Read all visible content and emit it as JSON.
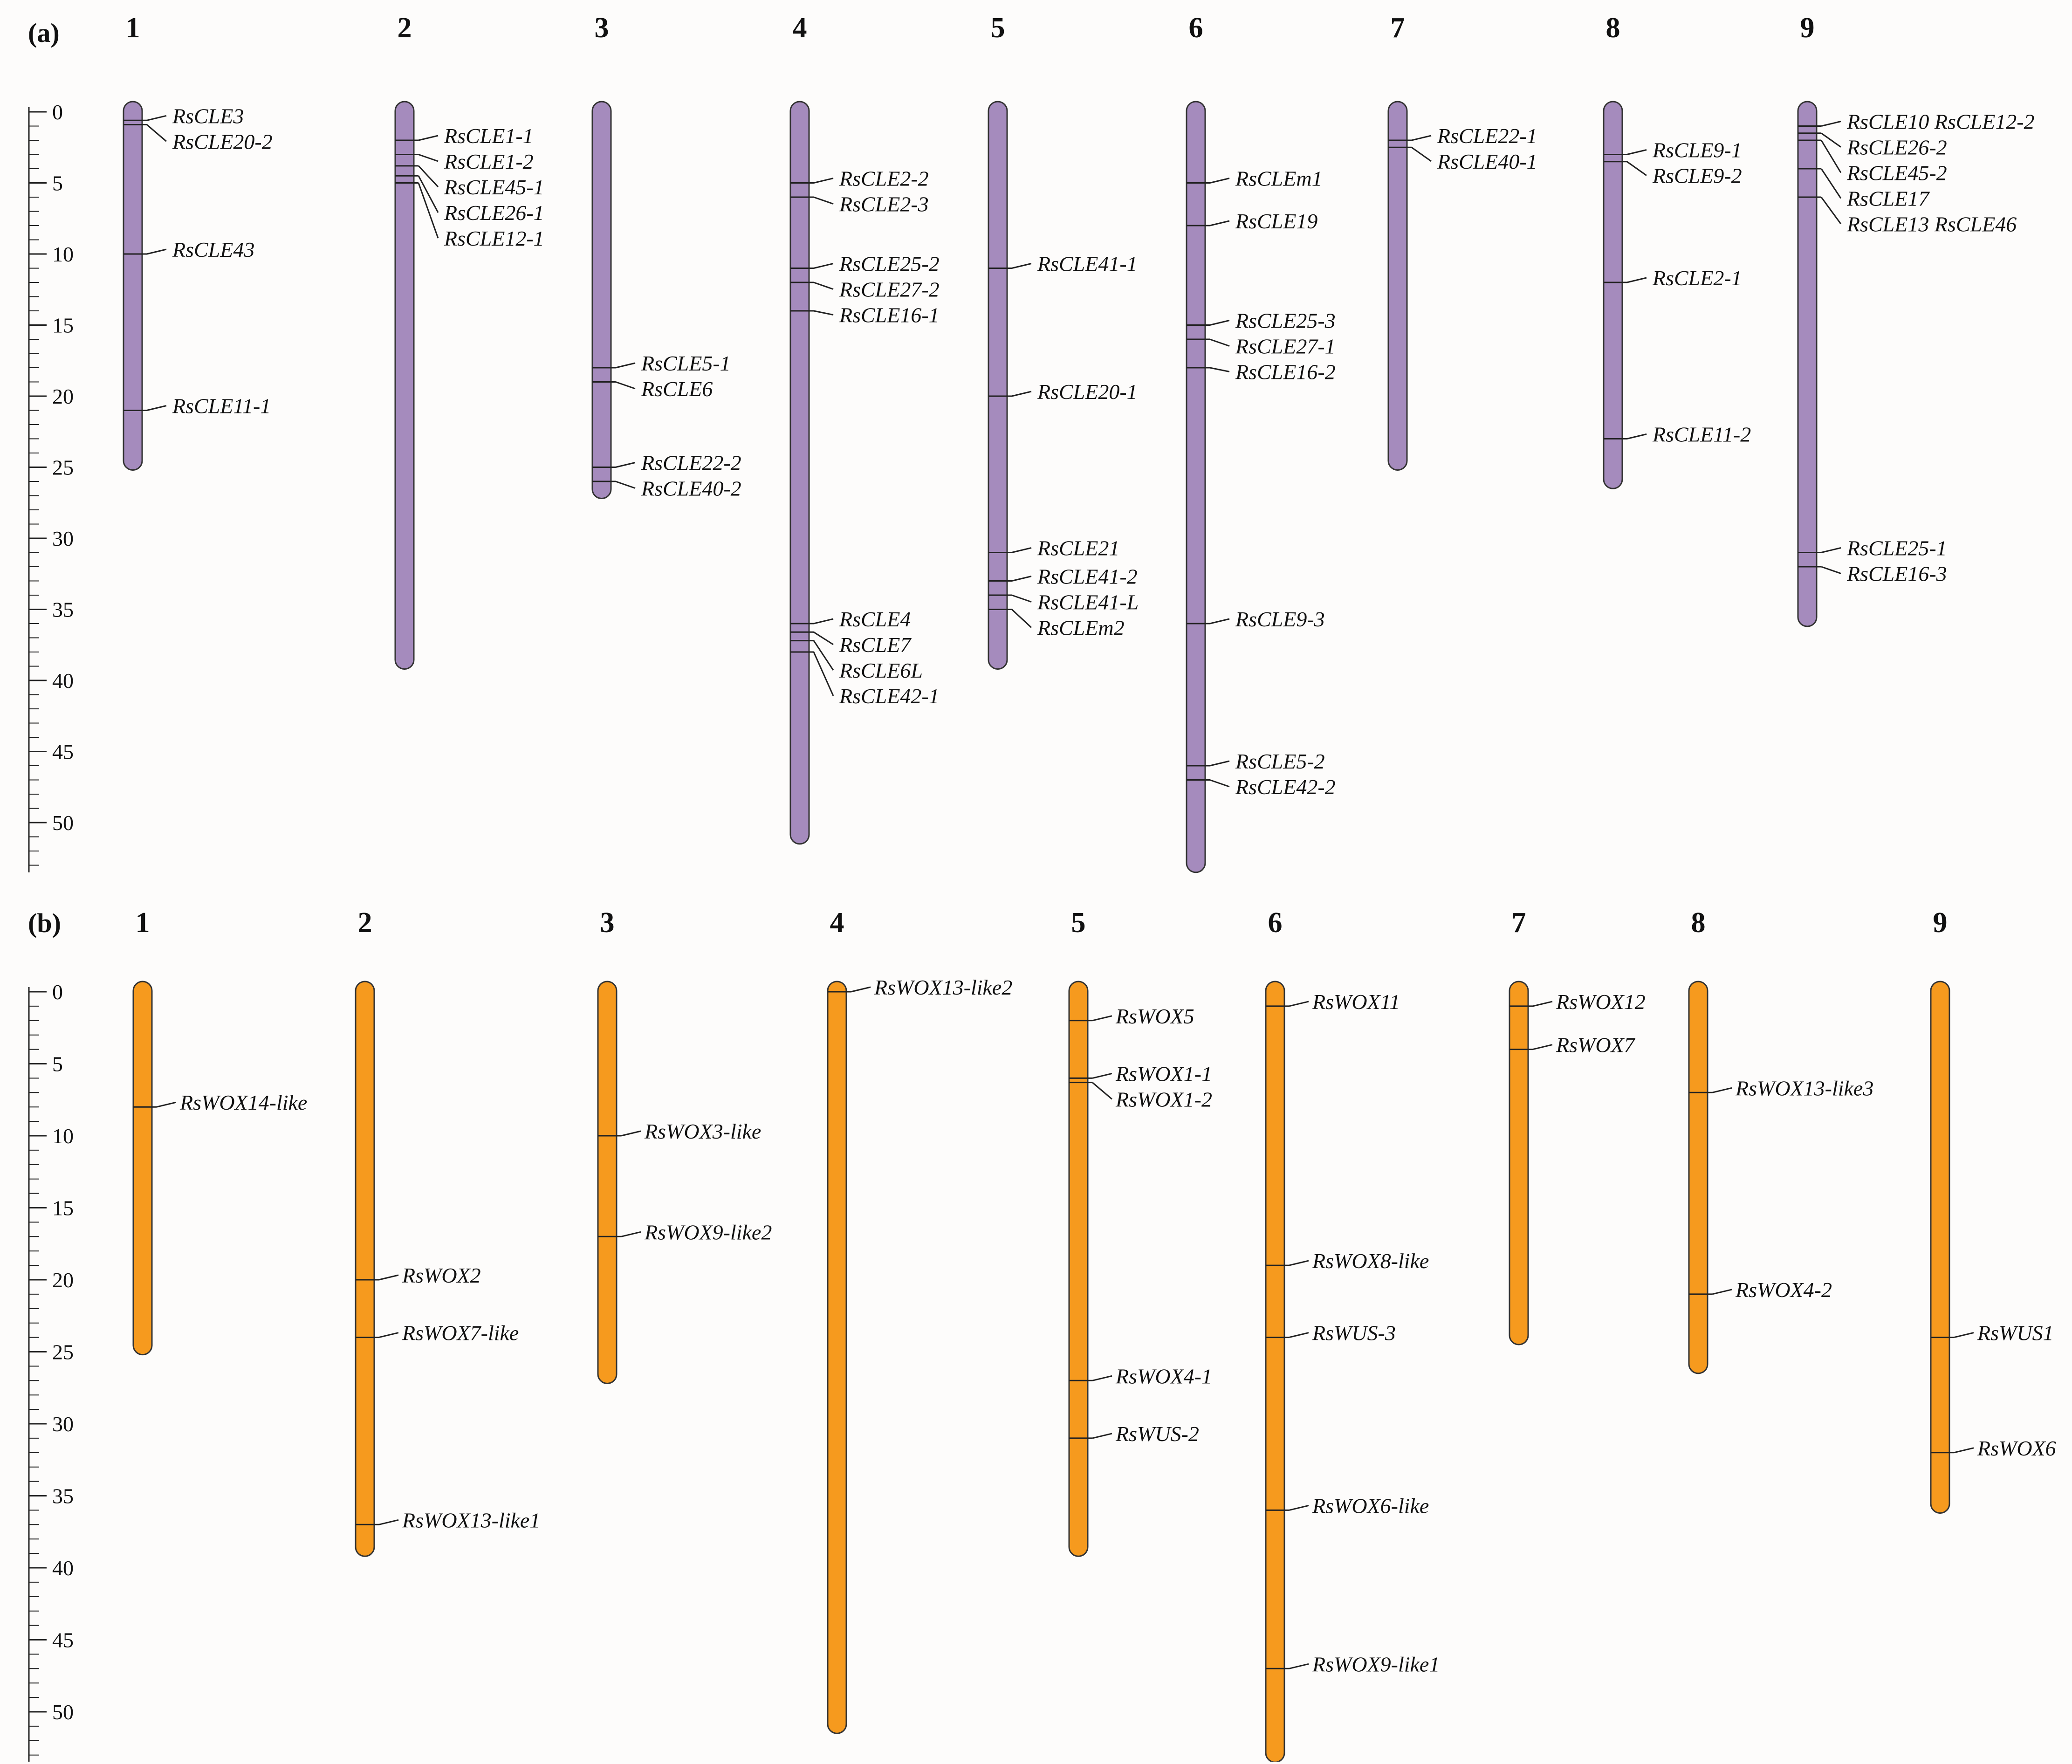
{
  "colors": {
    "panel_a_bar": "#a58bbd",
    "panel_b_bar": "#f69a1e",
    "line": "#222222"
  },
  "ruler_ticks": [
    "0",
    "5",
    "10",
    "15",
    "20",
    "25",
    "30",
    "35",
    "40",
    "45",
    "50"
  ],
  "panels": [
    {
      "label": "(a)",
      "color": "#a58bbd",
      "chromosomes": [
        {
          "number": "1",
          "length": 25.2,
          "genes": [
            {
              "name": "RsCLE3",
              "pos": 0.6
            },
            {
              "name": "RsCLE20-2",
              "pos": 0.9
            },
            {
              "name": "RsCLE43",
              "pos": 10
            },
            {
              "name": "RsCLE11-1",
              "pos": 21
            }
          ]
        },
        {
          "number": "2",
          "length": 39.2,
          "genes": [
            {
              "name": "RsCLE1-1",
              "pos": 2
            },
            {
              "name": "RsCLE1-2",
              "pos": 3
            },
            {
              "name": "RsCLE45-1",
              "pos": 3.8
            },
            {
              "name": "RsCLE26-1",
              "pos": 4.5
            },
            {
              "name": "RsCLE12-1",
              "pos": 5
            }
          ]
        },
        {
          "number": "3",
          "length": 27.2,
          "genes": [
            {
              "name": "RsCLE5-1",
              "pos": 18
            },
            {
              "name": "RsCLE6",
              "pos": 19
            },
            {
              "name": "RsCLE22-2",
              "pos": 25
            },
            {
              "name": "RsCLE40-2",
              "pos": 26
            }
          ]
        },
        {
          "number": "4",
          "length": 51.5,
          "genes": [
            {
              "name": "RsCLE2-2",
              "pos": 5
            },
            {
              "name": "RsCLE2-3",
              "pos": 6
            },
            {
              "name": "RsCLE25-2",
              "pos": 11
            },
            {
              "name": "RsCLE27-2",
              "pos": 12
            },
            {
              "name": "RsCLE16-1",
              "pos": 14
            },
            {
              "name": "RsCLE4",
              "pos": 36
            },
            {
              "name": "RsCLE7",
              "pos": 36.6
            },
            {
              "name": "RsCLE6L",
              "pos": 37.2
            },
            {
              "name": "RsCLE42-1",
              "pos": 38
            }
          ]
        },
        {
          "number": "5",
          "length": 39.2,
          "genes": [
            {
              "name": "RsCLE41-1",
              "pos": 11
            },
            {
              "name": "RsCLE20-1",
              "pos": 20
            },
            {
              "name": "RsCLE21",
              "pos": 31
            },
            {
              "name": "RsCLE41-2",
              "pos": 33
            },
            {
              "name": "RsCLE41-L",
              "pos": 34
            },
            {
              "name": "RsCLEm2",
              "pos": 35
            }
          ]
        },
        {
          "number": "6",
          "length": 53.5,
          "genes": [
            {
              "name": "RsCLEm1",
              "pos": 5
            },
            {
              "name": "RsCLE19",
              "pos": 8
            },
            {
              "name": "RsCLE25-3",
              "pos": 15
            },
            {
              "name": "RsCLE27-1",
              "pos": 16
            },
            {
              "name": "RsCLE16-2",
              "pos": 18
            },
            {
              "name": "RsCLE9-3",
              "pos": 36
            },
            {
              "name": "RsCLE5-2",
              "pos": 46
            },
            {
              "name": "RsCLE42-2",
              "pos": 47
            }
          ]
        },
        {
          "number": "7",
          "length": 25.2,
          "genes": [
            {
              "name": "RsCLE22-1",
              "pos": 2
            },
            {
              "name": "RsCLE40-1",
              "pos": 2.5
            }
          ]
        },
        {
          "number": "8",
          "length": 26.5,
          "genes": [
            {
              "name": "RsCLE9-1",
              "pos": 3
            },
            {
              "name": "RsCLE9-2",
              "pos": 3.5
            },
            {
              "name": "RsCLE2-1",
              "pos": 12
            },
            {
              "name": "RsCLE11-2",
              "pos": 23
            }
          ]
        },
        {
          "number": "9",
          "length": 36.2,
          "genes": [
            {
              "name": "RsCLE10 RsCLE12-2",
              "pos": 1
            },
            {
              "name": "RsCLE26-2",
              "pos": 1.5
            },
            {
              "name": "RsCLE45-2",
              "pos": 2
            },
            {
              "name": "RsCLE17",
              "pos": 4
            },
            {
              "name": "RsCLE13 RsCLE46",
              "pos": 6
            },
            {
              "name": "RsCLE25-1",
              "pos": 31
            },
            {
              "name": "RsCLE16-3",
              "pos": 32
            }
          ]
        }
      ]
    },
    {
      "label": "(b)",
      "color": "#f69a1e",
      "chromosomes": [
        {
          "number": "1",
          "length": 25.2,
          "genes": [
            {
              "name": "RsWOX14-like",
              "pos": 8
            }
          ]
        },
        {
          "number": "2",
          "length": 39.2,
          "genes": [
            {
              "name": "RsWOX2",
              "pos": 20
            },
            {
              "name": "RsWOX7-like",
              "pos": 24
            },
            {
              "name": "RsWOX13-like1",
              "pos": 37
            }
          ]
        },
        {
          "number": "3",
          "length": 27.2,
          "genes": [
            {
              "name": "RsWOX3-like",
              "pos": 10
            },
            {
              "name": "RsWOX9-like2",
              "pos": 17
            }
          ]
        },
        {
          "number": "4",
          "length": 51.5,
          "genes": [
            {
              "name": "RsWOX13-like2",
              "pos": 0
            }
          ]
        },
        {
          "number": "5",
          "length": 39.2,
          "genes": [
            {
              "name": "RsWOX5",
              "pos": 2
            },
            {
              "name": "RsWOX1-1",
              "pos": 6
            },
            {
              "name": "RsWOX1-2",
              "pos": 6.3
            },
            {
              "name": "RsWOX4-1",
              "pos": 27
            },
            {
              "name": "RsWUS-2",
              "pos": 31
            }
          ]
        },
        {
          "number": "6",
          "length": 53.5,
          "genes": [
            {
              "name": "RsWOX11",
              "pos": 1
            },
            {
              "name": "RsWOX8-like",
              "pos": 19
            },
            {
              "name": "RsWUS-3",
              "pos": 24
            },
            {
              "name": "RsWOX6-like",
              "pos": 36
            },
            {
              "name": "RsWOX9-like1",
              "pos": 47
            }
          ]
        },
        {
          "number": "7",
          "length": 24.5,
          "genes": [
            {
              "name": "RsWOX12",
              "pos": 1
            },
            {
              "name": "RsWOX7",
              "pos": 4
            }
          ]
        },
        {
          "number": "8",
          "length": 26.5,
          "genes": [
            {
              "name": "RsWOX13-like3",
              "pos": 7
            },
            {
              "name": "RsWOX4-2",
              "pos": 21
            }
          ]
        },
        {
          "number": "9",
          "length": 36.2,
          "genes": [
            {
              "name": "RsWUS1",
              "pos": 24
            },
            {
              "name": "RsWOX6",
              "pos": 32
            }
          ]
        }
      ]
    }
  ]
}
